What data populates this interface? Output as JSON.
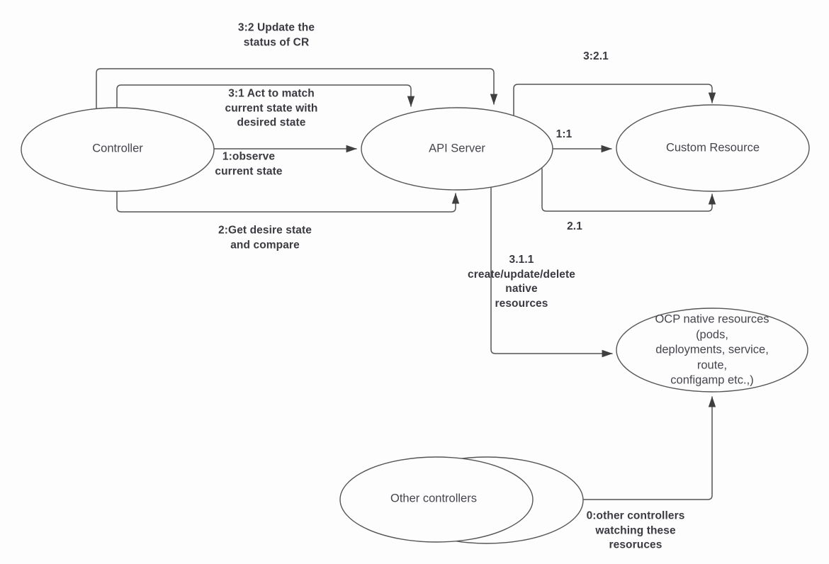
{
  "diagram": {
    "background": "#fdfdfd",
    "stroke_color": "#555555",
    "arrow_color": "#3f3f3f",
    "edge_label_color": "#3a3a41",
    "node_label_color": "#45454d",
    "nodes": {
      "controller": {
        "label": "Controller",
        "shape": "ellipse"
      },
      "api_server": {
        "label": "API Server",
        "shape": "ellipse"
      },
      "custom_resource": {
        "label": "Custom Resource",
        "shape": "ellipse"
      },
      "ocp_native_resources": {
        "label": "OCP native resources (pods,\ndeployments, service, route,\nconfigamp etc.,)",
        "shape": "ellipse"
      },
      "other_controllers": {
        "label": "Other controllers",
        "shape": "double-ellipse"
      }
    },
    "edges": {
      "e32": {
        "label": "3:2 Update the\nstatus of CR",
        "from": "controller",
        "to": "api_server"
      },
      "e31": {
        "label": "3:1 Act to match\ncurrent state with\ndesired state",
        "from": "controller",
        "to": "api_server"
      },
      "e321": {
        "label": "3:2.1",
        "from": "api_server",
        "to": "custom_resource"
      },
      "e1": {
        "label": "1:observe\ncurrent state",
        "from": "controller",
        "to": "api_server"
      },
      "e11": {
        "label": "1:1",
        "from": "api_server",
        "to": "custom_resource"
      },
      "e2": {
        "label": "2:Get desire state\nand compare",
        "from": "controller",
        "to": "api_server"
      },
      "e21": {
        "label": "2.1",
        "from": "api_server",
        "to": "custom_resource"
      },
      "e311": {
        "label": "3.1.1\ncreate/update/delete\nnative\nresources",
        "from": "api_server",
        "to": "ocp_native_resources"
      },
      "e0": {
        "label": "0:other controllers\nwatching these\nresoruces",
        "from": "other_controllers",
        "to": "ocp_native_resources"
      }
    }
  }
}
